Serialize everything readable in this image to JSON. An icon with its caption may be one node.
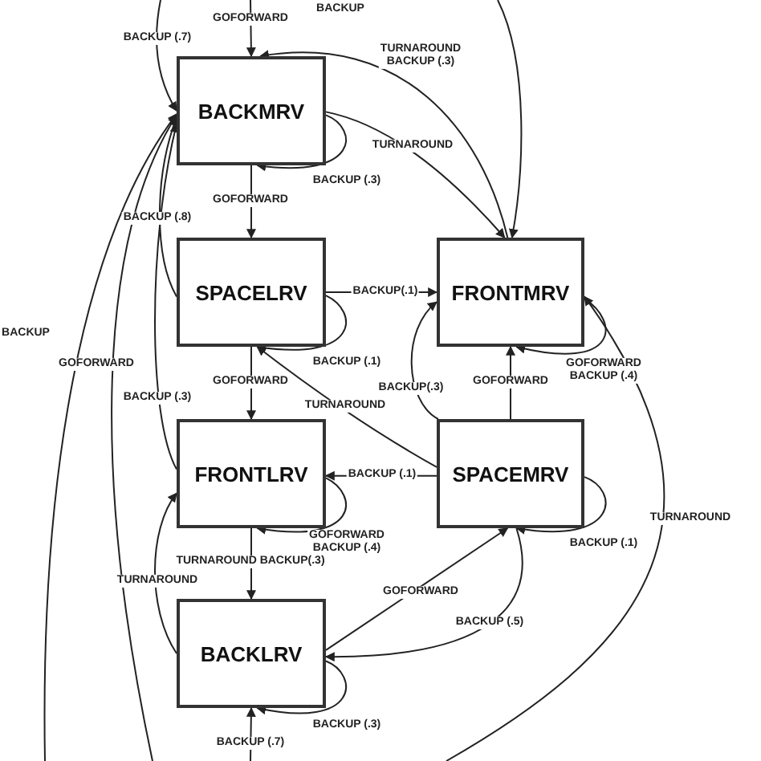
{
  "diagram": {
    "nodes": [
      {
        "text": [
          "BACKMRV"
        ]
      },
      {
        "text": [
          "SPACELRV"
        ]
      },
      {
        "text": [
          "FRONTMRV"
        ]
      },
      {
        "text": [
          "FRONTLRV"
        ]
      },
      {
        "text": [
          "SPACEMRV"
        ]
      },
      {
        "text": [
          "BACKLRV"
        ]
      }
    ],
    "edges": [
      {
        "from": null,
        "to": 0,
        "arrow": "to",
        "label": "GOFORWARD"
      },
      {
        "from": null,
        "to": 0,
        "arrow": "to",
        "label": "BACKUP (.7)"
      },
      {
        "from": 0,
        "to": 0,
        "arrow": "to",
        "label": "BACKUP (.3)"
      },
      {
        "from": 2,
        "to": 0,
        "arrow": "to",
        "label": "TURNAROUND BACKUP (.3)"
      },
      {
        "from": 0,
        "to": 2,
        "arrow": "to",
        "label": "TURNAROUND"
      },
      {
        "from": null,
        "to": 2,
        "arrow": "to"
      },
      {
        "from": 0,
        "to": 1,
        "arrow": "to",
        "label": "GOFORWARD"
      },
      {
        "from": 1,
        "to": 0,
        "arrow": "to",
        "label": "BACKUP (.8)"
      },
      {
        "from": 1,
        "to": 1,
        "arrow": "to",
        "label": "BACKUP (.1)"
      },
      {
        "from": 1,
        "to": 2,
        "arrow": "to",
        "label": "BACKUP(.1)"
      },
      {
        "from": 1,
        "to": 3,
        "arrow": "to",
        "label": "GOFORWARD"
      },
      {
        "from": 4,
        "to": 1,
        "arrow": "to",
        "label": "TURNAROUND"
      },
      {
        "from": 3,
        "to": 0,
        "arrow": "to",
        "label": "BACKUP (.3)"
      },
      {
        "from": 4,
        "to": 3,
        "arrow": "to",
        "label": "BACKUP (.1)"
      },
      {
        "from": 4,
        "to": 2,
        "arrow": "to",
        "label": "BACKUP(.3)"
      },
      {
        "from": 4,
        "to": 2,
        "arrow": "to",
        "label": "GOFORWARD"
      },
      {
        "from": 2,
        "to": 2,
        "arrow": "to",
        "label": "GOFORWARD BACKUP (.4)"
      },
      {
        "from": 4,
        "to": 4,
        "arrow": "to",
        "label": "BACKUP (.1)"
      },
      {
        "from": null,
        "to": 2,
        "arrow": "to",
        "label": "TURNAROUND"
      },
      {
        "from": 3,
        "to": 3,
        "arrow": "to",
        "label": "GOFORWARD BACKUP (.4)"
      },
      {
        "from": 3,
        "to": 5,
        "arrow": "to",
        "label": "TURNAROUND BACKUP(.3)"
      },
      {
        "from": 5,
        "to": 3,
        "arrow": "to",
        "label": "TURNAROUND"
      },
      {
        "from": 5,
        "to": 4,
        "arrow": "to",
        "label": "GOFORWARD"
      },
      {
        "from": 4,
        "to": 5,
        "arrow": "to",
        "label": "BACKUP (.5)"
      },
      {
        "from": 5,
        "to": 5,
        "arrow": "to",
        "label": "BACKUP (.3)"
      },
      {
        "from": null,
        "to": 5,
        "arrow": "to",
        "label": "BACKUP (.7)"
      },
      {
        "from": null,
        "to": 0,
        "arrow": "to",
        "label": "BACKUP"
      },
      {
        "from": null,
        "to": 0,
        "arrow": "to",
        "label": "GOFORWARD"
      }
    ],
    "labels": [
      "BACKUP"
    ]
  }
}
